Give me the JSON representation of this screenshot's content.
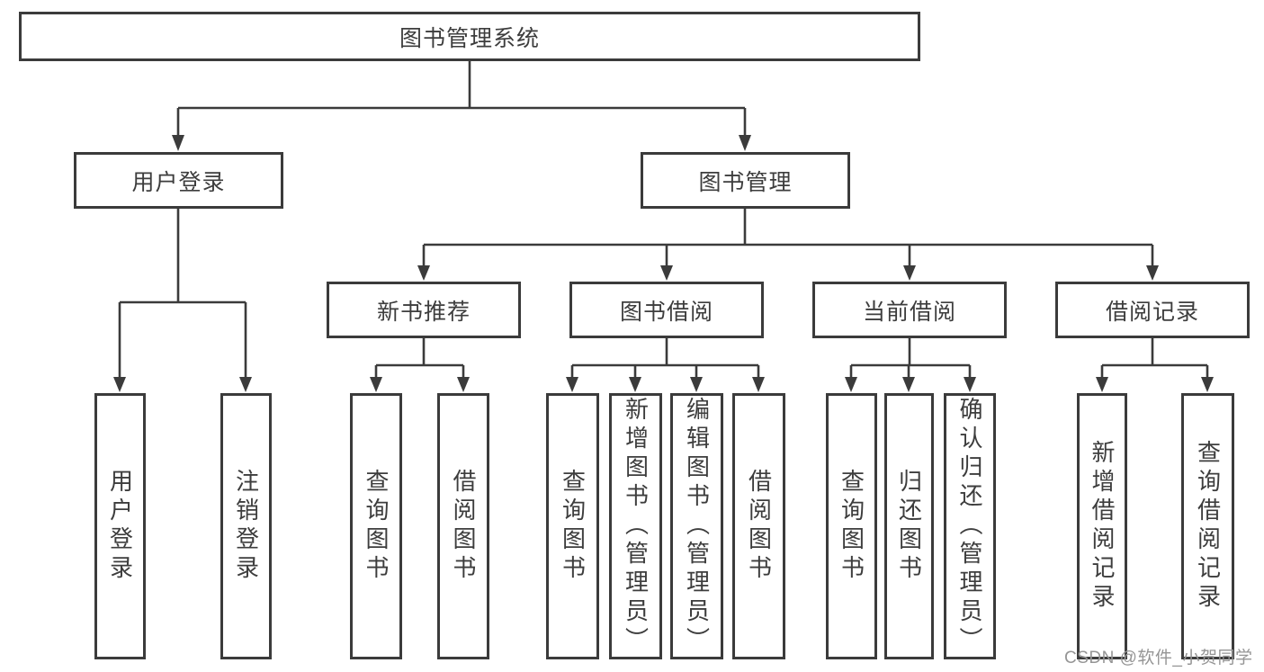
{
  "diagram": {
    "root": {
      "label": "图书管理系统"
    },
    "level2": {
      "user_login": {
        "label": "用户登录"
      },
      "book_mgmt": {
        "label": "图书管理"
      }
    },
    "level3": {
      "new_book_rec": {
        "label": "新书推荐"
      },
      "book_borrow": {
        "label": "图书借阅"
      },
      "current_borrow": {
        "label": "当前借阅"
      },
      "borrow_records": {
        "label": "借阅记录"
      }
    },
    "leaves": {
      "user_login_leaf": {
        "label": "用户登录"
      },
      "logout_leaf": {
        "label": "注销登录"
      },
      "rec_query_books": {
        "label": "查询图书"
      },
      "rec_borrow_books": {
        "label": "借阅图书"
      },
      "bb_query_books": {
        "label": "查询图书"
      },
      "bb_add_books": {
        "label": "新增图书（管理员）"
      },
      "bb_edit_books": {
        "label": "编辑图书（管理员）"
      },
      "bb_borrow_books": {
        "label": "借阅图书"
      },
      "cb_query_books": {
        "label": "查询图书"
      },
      "cb_return_books": {
        "label": "归还图书"
      },
      "cb_confirm_return": {
        "label": "确认归还（管理员）"
      },
      "br_add_record": {
        "label": "新增借阅记录"
      },
      "br_query_record": {
        "label": "查询借阅记录"
      }
    }
  },
  "watermark": "CSDN @软件_小贺同学",
  "colors": {
    "line": "#3b3b3b",
    "box_border": "#3b3b3b",
    "text": "#3d3d3d",
    "watermark": "#959595",
    "background": "#ffffff"
  }
}
